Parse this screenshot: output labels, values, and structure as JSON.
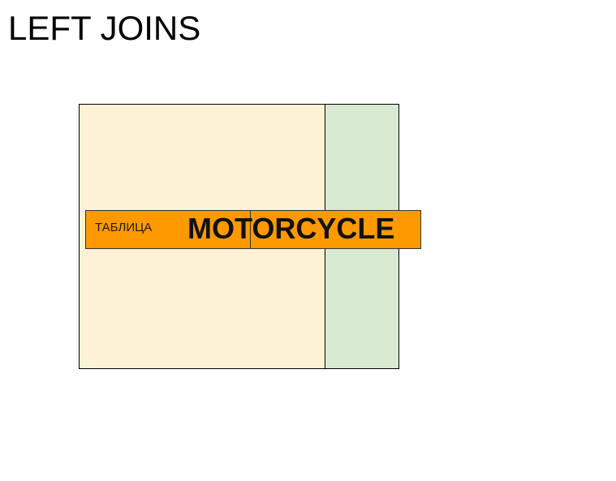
{
  "slide": {
    "title": "LEFT JOINS"
  },
  "diagram": {
    "banner_prefix": "ТАБЛИЦА",
    "banner_name": "MOTORCYCLE"
  },
  "colors": {
    "left_region": "#fdf2d5",
    "right_region": "#d9ead3",
    "banner": "#ff9900"
  }
}
